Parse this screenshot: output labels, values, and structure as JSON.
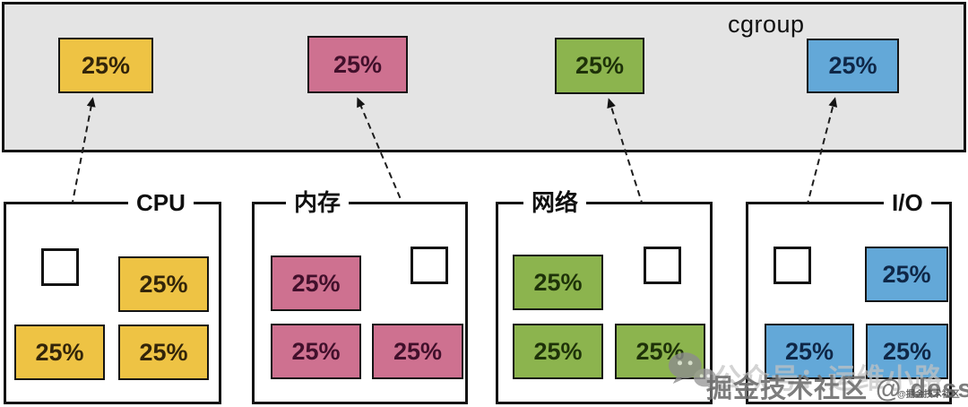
{
  "panel": {
    "label": "cgroup",
    "boxes": [
      {
        "name": "cpu-share",
        "value": "25%",
        "color": "#eec344"
      },
      {
        "name": "memory-share",
        "value": "25%",
        "color": "#ce7190"
      },
      {
        "name": "network-share",
        "value": "25%",
        "color": "#8cb44e"
      },
      {
        "name": "io-share",
        "value": "25%",
        "color": "#63a8d8"
      }
    ]
  },
  "groups": [
    {
      "label": "CPU",
      "color": "#eec344",
      "cells": [
        "25%",
        "25%",
        "25%"
      ]
    },
    {
      "label": "内存",
      "color": "#ce7190",
      "cells": [
        "25%",
        "25%",
        "25%"
      ]
    },
    {
      "label": "网络",
      "color": "#8cb44e",
      "cells": [
        "25%",
        "25%",
        "25%"
      ]
    },
    {
      "label": "I/O",
      "color": "#63a8d8",
      "cells": [
        "25%",
        "25%",
        "25%"
      ]
    }
  ],
  "watermark": {
    "icon": "wechat-icon",
    "line_faint": "公众号：运维小路",
    "line_main": "掘金技术社区 @ dessler",
    "line_small": "@掘金技术社区"
  },
  "colors": {
    "panel_background": "#e4e4e4",
    "border": "#141414",
    "page_background": "#ffffff"
  }
}
